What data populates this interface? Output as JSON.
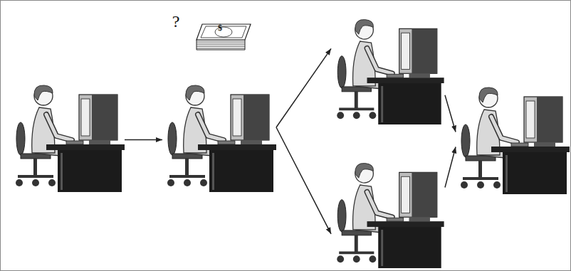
{
  "diagram": {
    "nodes": [
      {
        "text": []
      },
      {
        "text": []
      },
      {
        "text": []
      },
      {
        "text": []
      },
      {
        "text": []
      }
    ],
    "edges": [
      {
        "from": 0,
        "to": 1,
        "arrow": "to"
      },
      {
        "from": 1,
        "to": 2,
        "arrow": "to"
      },
      {
        "from": 1,
        "to": 3,
        "arrow": "to"
      },
      {
        "from": 2,
        "to": 4,
        "arrow": "to"
      },
      {
        "from": 3,
        "to": 4,
        "arrow": "to"
      }
    ],
    "labels": [
      "?",
      "$"
    ]
  }
}
